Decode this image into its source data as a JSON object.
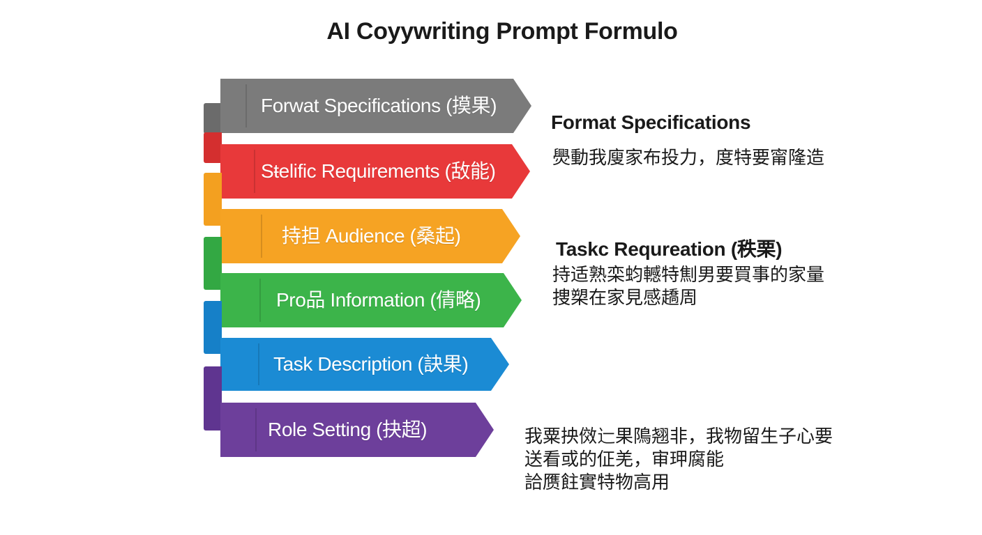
{
  "title": "AI Coyywriting Prompt Formulo",
  "layers": [
    {
      "label": "Forwat Specifications (摸果)",
      "color": "#7b7b7b"
    },
    {
      "label": "Sŧelific Requirements (敌能)",
      "color": "#e8393a"
    },
    {
      "label": "持担 Audience (桑起)",
      "color": "#f6a323"
    },
    {
      "label": "Pro品 Information (倩略)",
      "color": "#3cb44a"
    },
    {
      "label": "Task Description (訣果)",
      "color": "#1b8bd4"
    },
    {
      "label": "Role Setting (抉超)",
      "color": "#6d3f9b"
    }
  ],
  "annotations": {
    "format": {
      "heading": "Format Specifications",
      "lines": [
        "爂動我廋家布投力，度特要甯隆造"
      ]
    },
    "task": {
      "heading": "Taskc Requreation (秩栗)",
      "lines": [
        "持适熟栾蚐轗特劁男要買事的家量",
        "捜槊在家見感趫周"
      ]
    },
    "role": {
      "lines": [
        "我粟抰傚辷果隝翘非，我物留生子心要",
        "送看或的佂羌，审玾腐能",
        "詥赝飳實特物高用"
      ]
    }
  }
}
